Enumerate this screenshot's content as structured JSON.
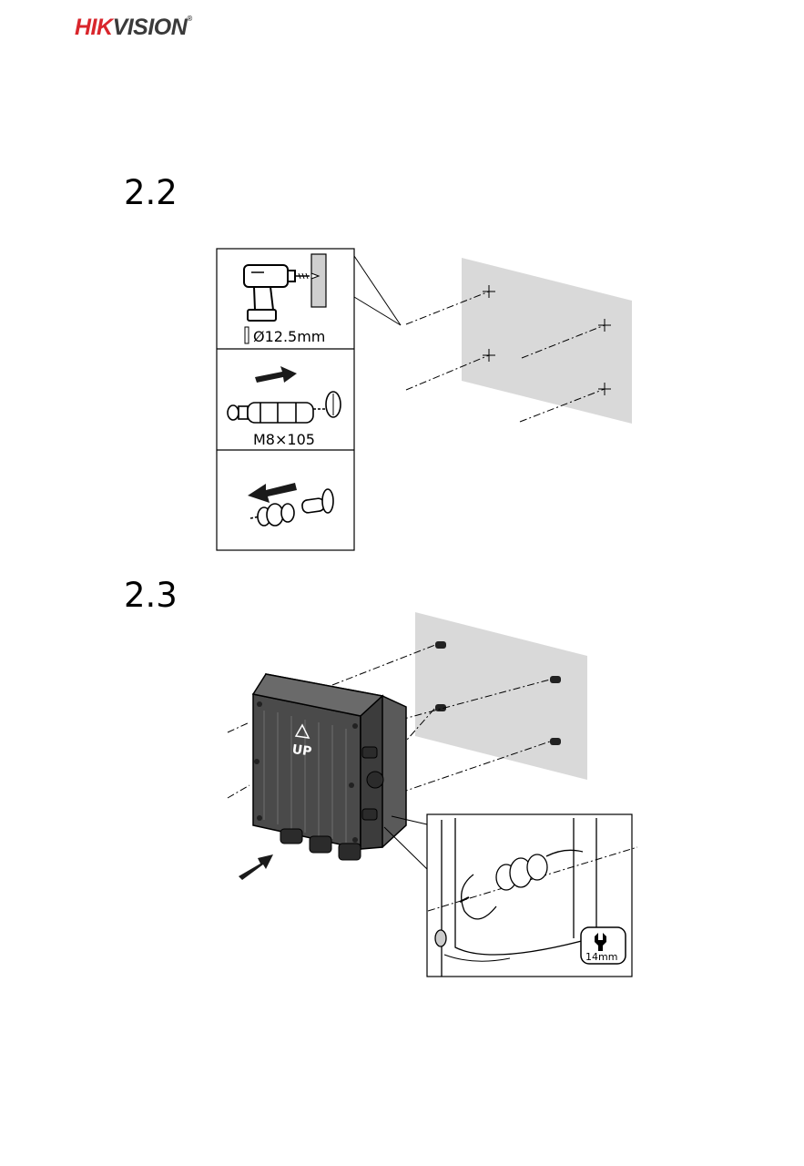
{
  "brand": {
    "logo_red": "HIK",
    "logo_dark": "VISION",
    "reg": "®",
    "red_color": "#d9262c"
  },
  "sections": [
    {
      "number": "2.2"
    },
    {
      "number": "2.3"
    }
  ],
  "step_2_2": {
    "drill_label": "Ø12.5mm",
    "anchor_label": "M8×105"
  },
  "step_2_3": {
    "up_label": "UP",
    "wrench_label": "14mm"
  },
  "icons": [
    "drill-icon",
    "expansion-bolt-icon",
    "nut-washer-icon",
    "wrench-icon",
    "arrow-icon"
  ]
}
